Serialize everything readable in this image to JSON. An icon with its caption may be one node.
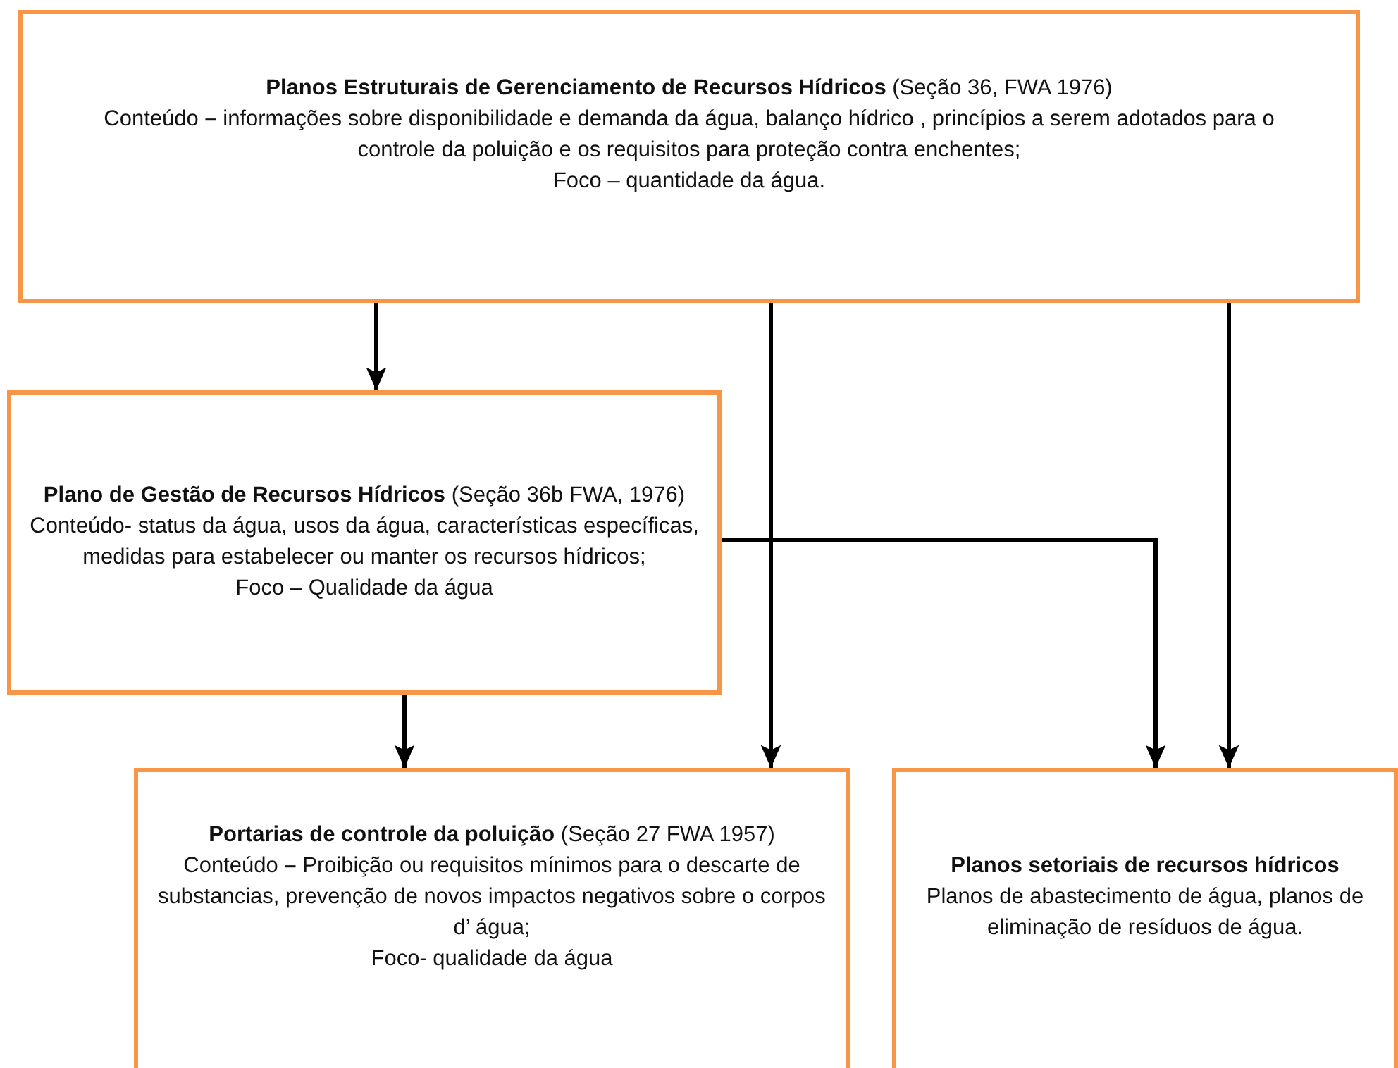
{
  "diagram": {
    "nodes": [
      {
        "text": [
          "**Planos Estruturais de Gerenciamento de Recursos Hídricos**  (Seção 36, FWA 1976)",
          "Conteúdo **–** informações sobre disponibilidade e demanda da água, balanço hídrico , princípios  a serem adotados para o controle da poluição e os requisitos para proteção contra enchentes;",
          "Foco – quantidade da água."
        ]
      },
      {
        "text": [
          "**Plano de Gestão de Recursos Hídricos** (Seção 36b FWA, 1976)",
          "Conteúdo- status da água, usos da água, características específicas, medidas para estabelecer ou manter os recursos hídricos;",
          "Foco – Qualidade da água"
        ]
      },
      {
        "text": [
          "**Portarias de controle da poluição** (Seção 27 FWA 1957)",
          "Conteúdo **–** Proibição ou requisitos mínimos para  o descarte de substancias, prevenção de novos impactos negativos sobre o corpos d’ água;",
          "Foco- qualidade da água"
        ]
      },
      {
        "text": [
          "Planos setoriais de recursos hídricos",
          "Planos de abastecimento de água, planos de eliminação de resíduos de água."
        ]
      }
    ],
    "edges": [
      {
        "from": 0,
        "to": 1,
        "arrow": "to"
      },
      {
        "from": 0,
        "to": 2,
        "arrow": "to"
      },
      {
        "from": 0,
        "to": 3,
        "arrow": "to"
      },
      {
        "from": 1,
        "to": 2,
        "arrow": "to"
      },
      {
        "from": 1,
        "to": 3,
        "arrow": "to"
      }
    ]
  }
}
